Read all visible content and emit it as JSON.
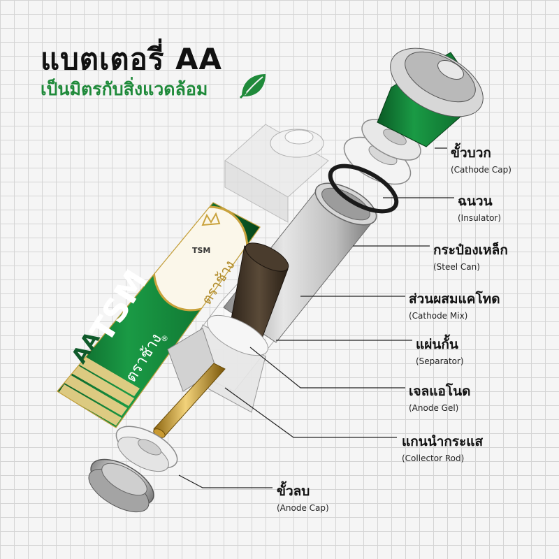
{
  "title": "แบตเตอรี่ AA",
  "subtitle": "เป็นมิตรกับสิ่งแวดล้อม",
  "battery_label": {
    "brand": "TSM",
    "brand_small": "TSM",
    "thai_brand": "ตราช้าง",
    "size": "AA",
    "registered": "®"
  },
  "colors": {
    "green": "#14833a",
    "green_dark": "#0b5a26",
    "gold": "#c9a23c",
    "accent_text": "#1f8a3a"
  },
  "parts": [
    {
      "id": "cathode-cap",
      "thai": "ขั้วบวก",
      "english": "(Cathode Cap)"
    },
    {
      "id": "insulator",
      "thai": "ฉนวน",
      "english": "(Insulator)"
    },
    {
      "id": "steel-can",
      "thai": "กระป๋องเหล็ก",
      "english": "(Steel Can)"
    },
    {
      "id": "cathode-mix",
      "thai": "ส่วนผสมแคโทด",
      "english": "(Cathode Mix)"
    },
    {
      "id": "separator",
      "thai": "แผ่นกั้น",
      "english": "(Separator)"
    },
    {
      "id": "anode-gel",
      "thai": "เจลแอโนด",
      "english": "(Anode Gel)"
    },
    {
      "id": "collector-rod",
      "thai": "แกนนำกระแส",
      "english": "(Collector Rod)"
    },
    {
      "id": "anode-cap",
      "thai": "ขั้วลบ",
      "english": "(Anode Cap)"
    }
  ]
}
